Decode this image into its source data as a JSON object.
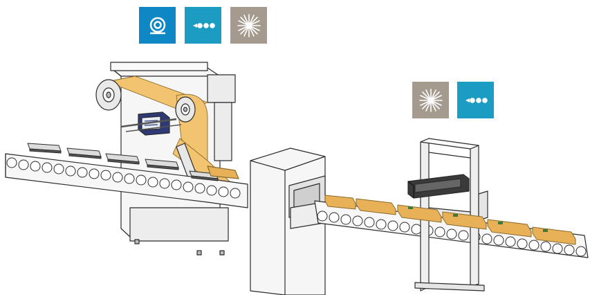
{
  "colors": {
    "film_blue": "#0f87c4",
    "inkjet_teal": "#1b9cc2",
    "laser_taupe": "#a59a8e",
    "film_web": "#f2c46f",
    "product": "#e8b157",
    "machine_fill": "#f3f3f3",
    "outline": "#2b2b2b"
  },
  "icons": {
    "top_row": [
      "film-roll-icon",
      "inkjet-dots-icon",
      "laser-burst-icon"
    ],
    "right_row": [
      "laser-burst-icon",
      "inkjet-dots-icon"
    ]
  },
  "scene": {
    "machines": [
      "film-labeler",
      "tunnel-sealer",
      "inkjet-marker"
    ],
    "empty_trays_count": 5,
    "sealed_packs_count": 6
  }
}
